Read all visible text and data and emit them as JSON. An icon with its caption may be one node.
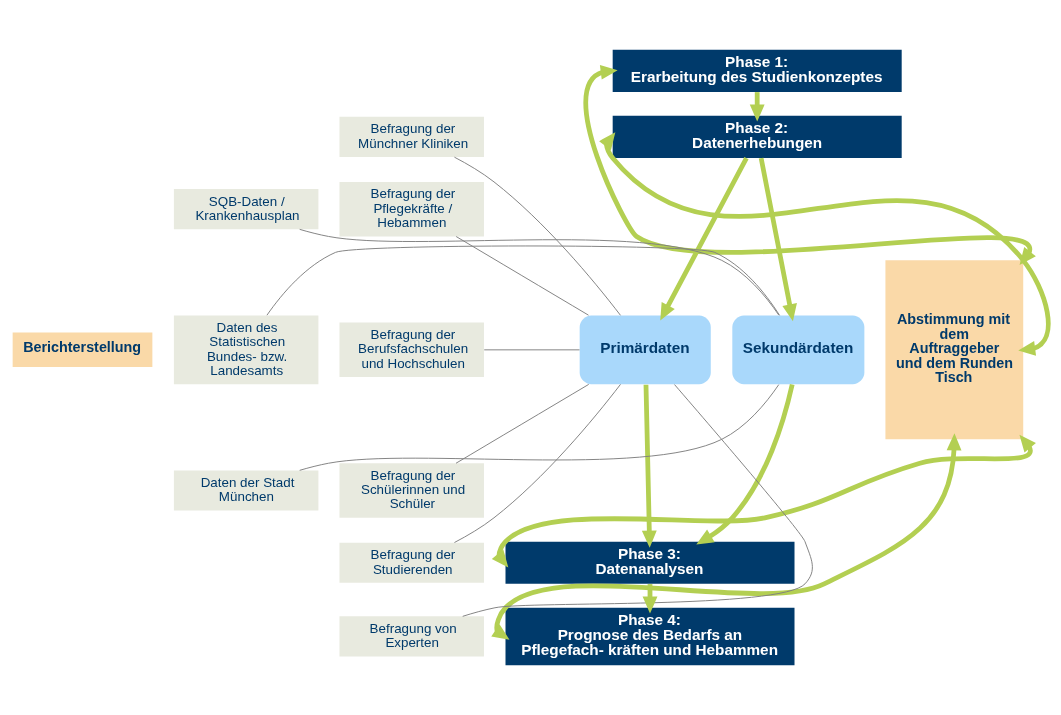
{
  "diagram": {
    "nodes": [
      {
        "text": [
          "Berichterstellung"
        ]
      },
      {
        "text": [
          "Abstimmung mit dem Auftraggeber und dem Runden Tisch"
        ]
      },
      {
        "text": [
          "Phase 1:",
          "Erarbeitung des Studienkonzeptes"
        ]
      },
      {
        "text": [
          "Phase 2:",
          "Datenerhebungen"
        ]
      },
      {
        "text": [
          "Befragung der Münchner Kliniken"
        ]
      },
      {
        "text": [
          "Befragung der Pflegekräfte / Hebammen"
        ]
      },
      {
        "text": [
          "SQB-Daten / Krankenhausplan"
        ]
      },
      {
        "text": [
          "Sekundärdaten"
        ]
      },
      {
        "text": [
          "Primärdaten"
        ]
      },
      {
        "text": [
          "Befragung der Berufsfachschulen und Hochschulen"
        ]
      },
      {
        "text": [
          "Daten des Statistischen Bundes- bzw. Landesamts"
        ]
      },
      {
        "text": [
          "Befragung der Schülerinnen und Schüler"
        ]
      },
      {
        "text": [
          "Daten der Stadt München"
        ]
      },
      {
        "text": [
          "Befragung der Studierenden"
        ]
      },
      {
        "text": [
          "Phase 3:",
          "Datenanalysen"
        ]
      },
      {
        "text": [
          "Befragung von Experten"
        ]
      },
      {
        "text": [
          "Phase 4:",
          "Prognose des Bedarfs an Pflegefach- kräften und Hebammen"
        ]
      }
    ],
    "edges": [
      {
        "from": 1,
        "to": 2,
        "arrow": "both"
      },
      {
        "from": 1,
        "to": 3,
        "arrow": "both"
      },
      {
        "from": 1,
        "to": 14,
        "arrow": "both"
      },
      {
        "from": 1,
        "to": 16,
        "arrow": "both"
      },
      {
        "from": 2,
        "to": 3,
        "arrow": "to"
      },
      {
        "from": 3,
        "to": 7,
        "arrow": "to"
      },
      {
        "from": 3,
        "to": 8,
        "arrow": "to"
      },
      {
        "from": 7,
        "to": 14,
        "arrow": "to"
      },
      {
        "from": 8,
        "to": 14,
        "arrow": "to"
      },
      {
        "from": 14,
        "to": 16,
        "arrow": "to"
      },
      {
        "from": 6,
        "to": 7,
        "arrow": "none",
        "color": "#7f7f7f"
      },
      {
        "from": 10,
        "to": 7,
        "arrow": "none",
        "color": "#7f7f7f"
      },
      {
        "from": 12,
        "to": 7,
        "arrow": "none",
        "color": "#7f7f7f"
      },
      {
        "from": 8,
        "to": 4,
        "arrow": "none",
        "color": "#7f7f7f"
      },
      {
        "from": 8,
        "to": 5,
        "arrow": "none",
        "color": "#7f7f7f"
      },
      {
        "from": 8,
        "to": 9,
        "arrow": "none",
        "color": "#7f7f7f"
      },
      {
        "from": 8,
        "to": 11,
        "arrow": "none",
        "color": "#7f7f7f"
      },
      {
        "from": 8,
        "to": 13,
        "arrow": "none",
        "color": "#7f7f7f"
      },
      {
        "from": 8,
        "to": 15,
        "arrow": "none",
        "color": "#7f7f7f"
      }
    ]
  }
}
